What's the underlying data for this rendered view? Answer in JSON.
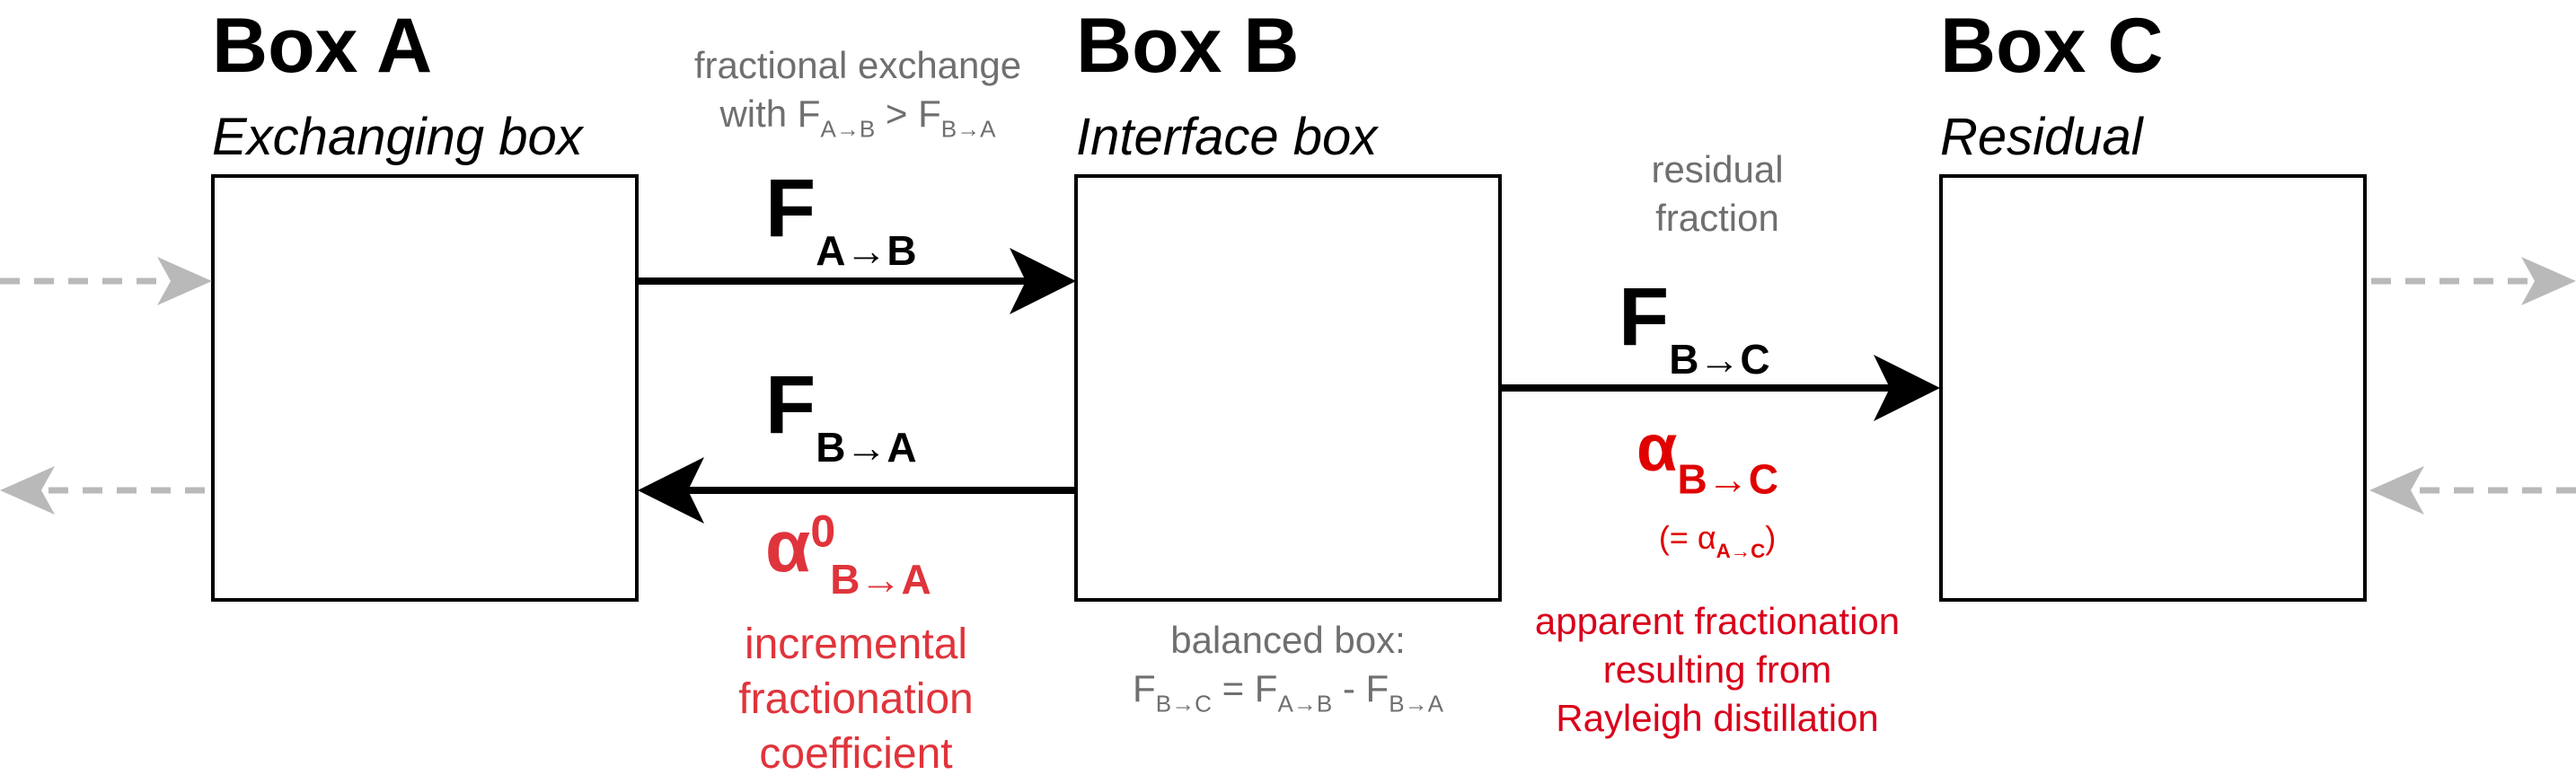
{
  "boxes": {
    "a": {
      "title": "Box A",
      "subtitle": "Exchanging box"
    },
    "b": {
      "title": "Box B",
      "subtitle": "Interface box"
    },
    "c": {
      "title": "Box C",
      "subtitle": "Residual"
    }
  },
  "flux_ab": {
    "symbol": "F",
    "subscript": "A→B"
  },
  "flux_ba": {
    "symbol": "F",
    "subscript": "B→A"
  },
  "flux_bc": {
    "symbol": "F",
    "subscript": "B→C"
  },
  "exchange_note": {
    "line1": "fractional exchange",
    "line2_prefix": "with F",
    "line2_sub1": "A→B",
    "line2_mid": " > F",
    "line2_sub2": "B→A"
  },
  "residual_note": {
    "line1": "residual",
    "line2": "fraction"
  },
  "alpha_ba": {
    "symbol": "α",
    "superscript": "0",
    "subscript": "B→A",
    "lines": [
      "incremental",
      "fractionation",
      "coefficient"
    ]
  },
  "alpha_bc": {
    "symbol": "α",
    "subscript": "B→C",
    "eq_prefix": "(= α",
    "eq_sub": "A→C",
    "eq_suffix": ")",
    "lines": [
      "apparent fractionation",
      "resulting from",
      "Rayleigh distillation"
    ]
  },
  "balance_note": {
    "line1": "balanced box:",
    "f1": "F",
    "s1": "B→C",
    "eq": " = F",
    "s2": "A→B",
    "minus": " - F",
    "s3": "B→A"
  },
  "colors": {
    "black": "#000000",
    "gray_note": "#6f6f6f",
    "gray_arrow": "#b9b9b9",
    "red_alpha": "#e0343c",
    "red_text": "#d9001b"
  }
}
